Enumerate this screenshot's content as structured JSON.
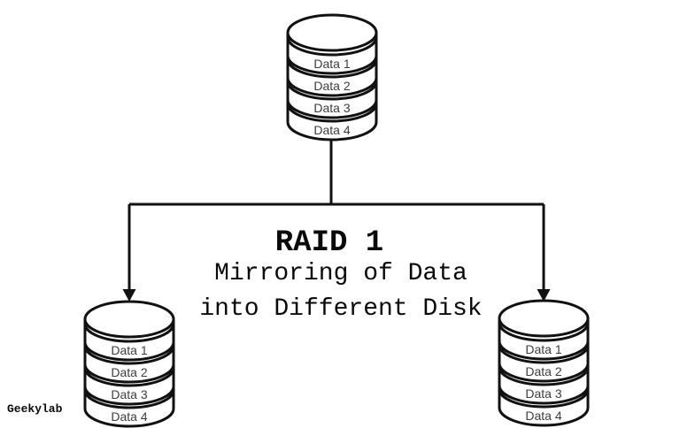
{
  "diagram": {
    "title": "RAID 1",
    "subtitle_line1": "Mirroring of Data",
    "subtitle_line2": "into Different Disk",
    "watermark": "Geekylab"
  },
  "disks": {
    "source": {
      "labels": [
        "Data 1",
        "Data 2",
        "Data 3",
        "Data 4"
      ]
    },
    "mirror_left": {
      "labels": [
        "Data 1",
        "Data 2",
        "Data 3",
        "Data 4"
      ]
    },
    "mirror_right": {
      "labels": [
        "Data 1",
        "Data 2",
        "Data 3",
        "Data 4"
      ]
    }
  },
  "colors": {
    "background": "#ffffff",
    "line": "#111111",
    "title_text": "#0a0a0a",
    "band_text": "#3d3d3d"
  }
}
